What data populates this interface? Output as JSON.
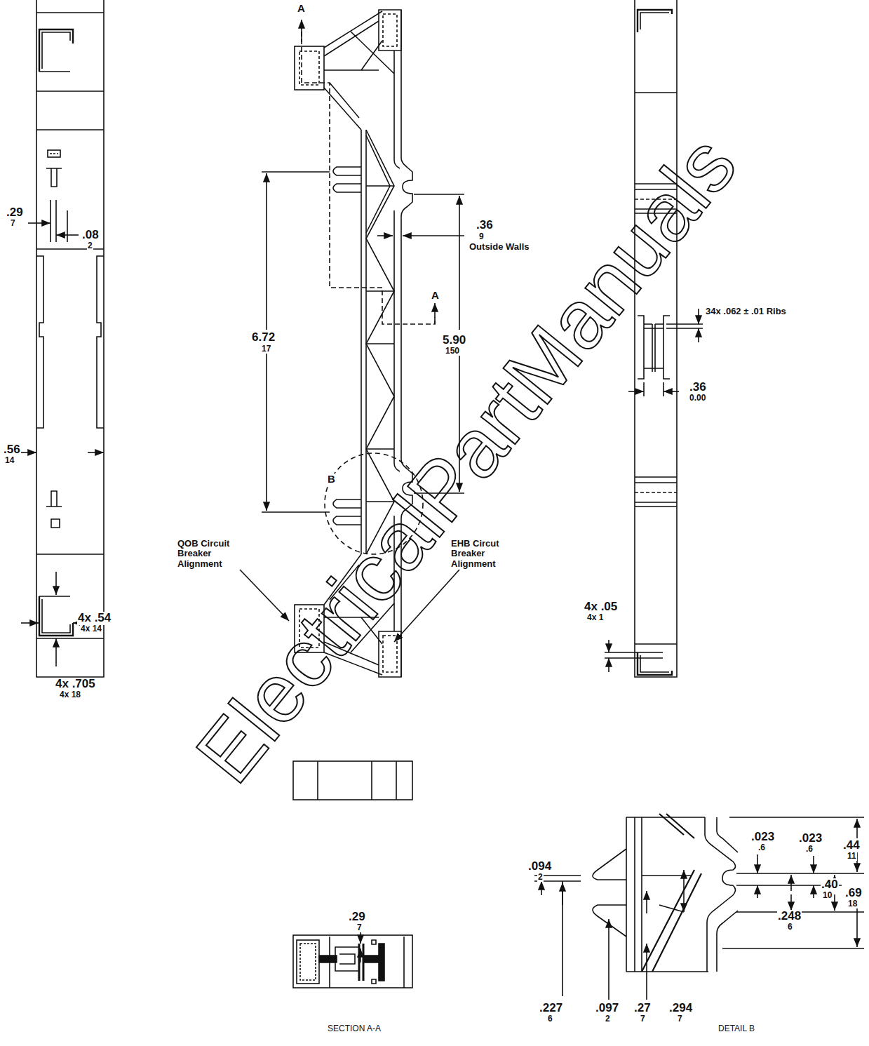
{
  "diagram": {
    "labels": [
      ".29",
      "7",
      ".08",
      "2",
      ".56",
      "14",
      "4x .54",
      "4x 14",
      "4x .705",
      "4x 18",
      "A",
      "A",
      "6.72",
      "17",
      ".36",
      "9",
      "Outside Walls",
      "5.90",
      "150",
      "B",
      "QOB Circuit Breaker Alignment",
      "EHB Circut Breaker Alignment",
      "34x .062 ± .01 Ribs",
      ".36",
      "0.00",
      "4x .05",
      "4x 1",
      ".29",
      "7",
      "SECTION A-A",
      ".094",
      "2",
      ".227",
      "6",
      ".097",
      "2",
      ".27",
      "7",
      ".294",
      "7",
      ".023",
      ".6",
      ".023",
      ".6",
      ".44",
      "11",
      ".40",
      "10",
      ".69",
      "18",
      ".248",
      "6",
      "DETAIL B",
      "ElectricalPartManuals"
    ]
  }
}
